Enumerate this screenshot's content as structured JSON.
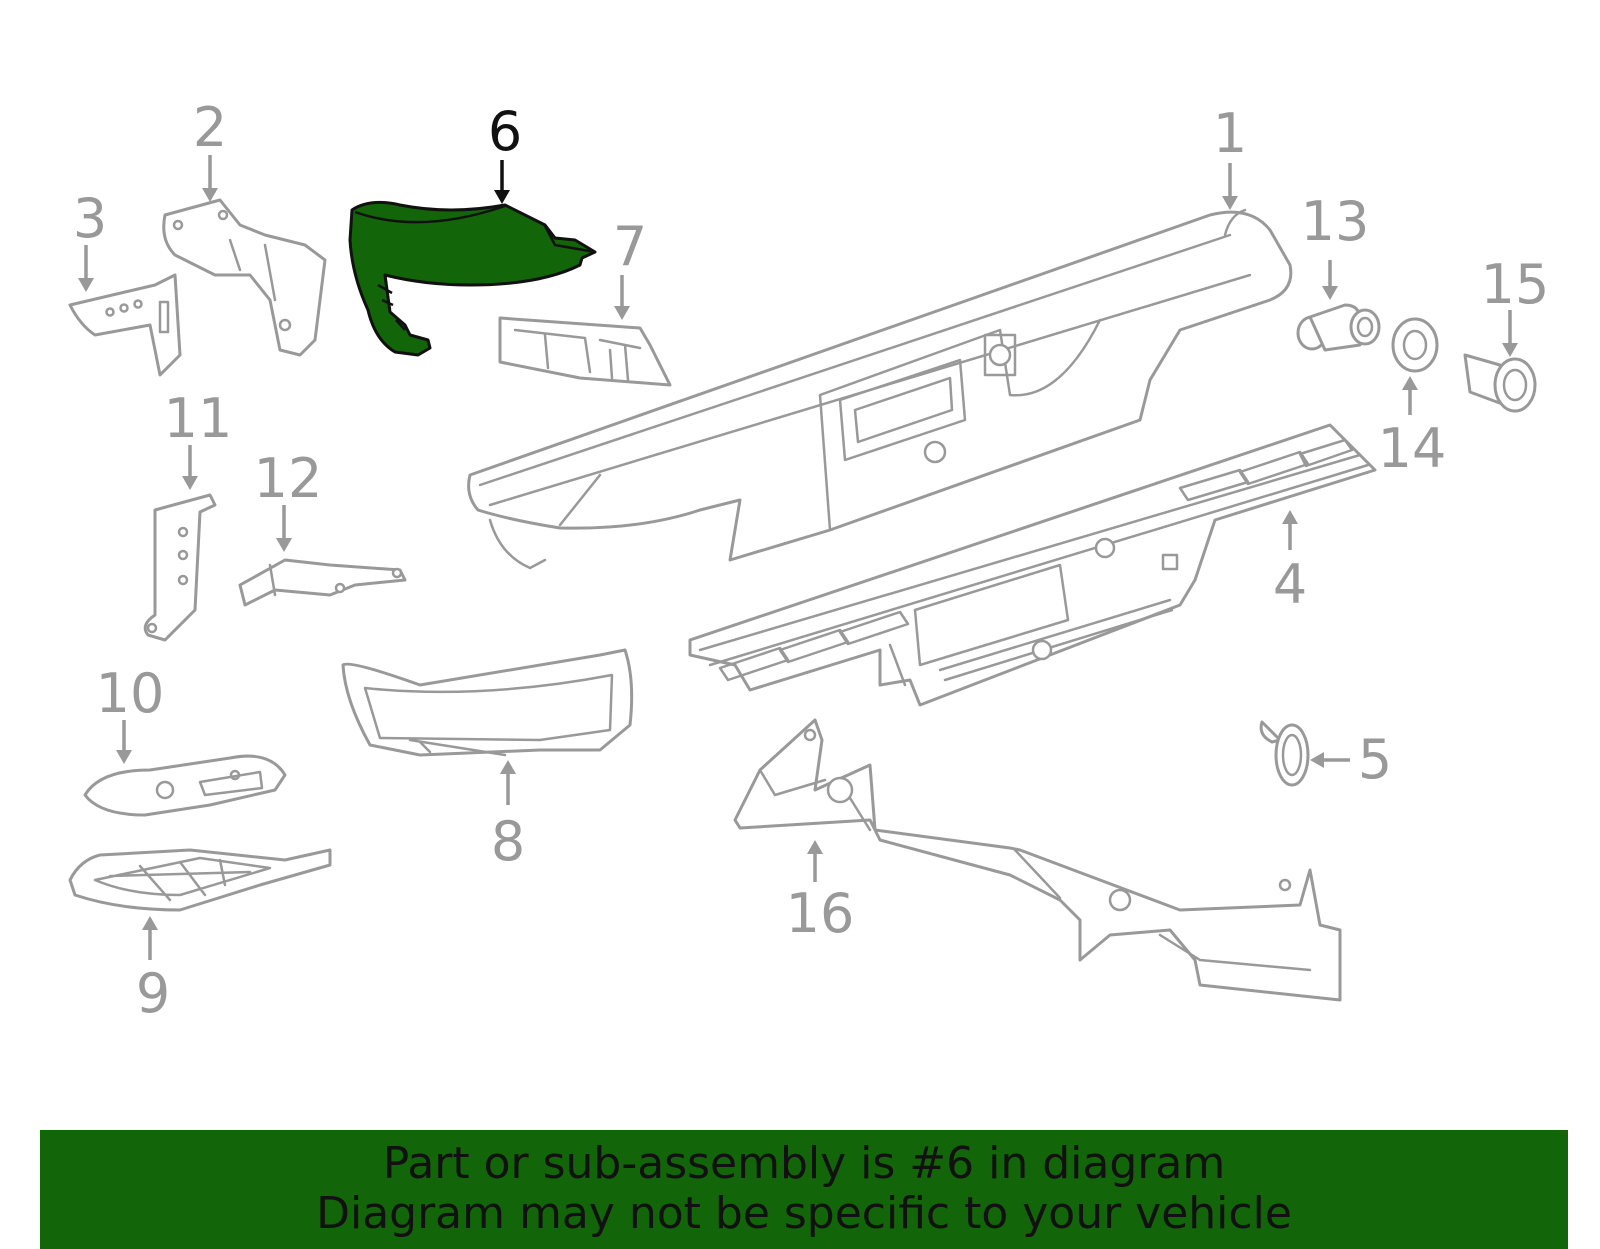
{
  "diagram": {
    "highlighted_part": "6",
    "highlight_color": "#126508",
    "part_color": "#999999",
    "callouts": [
      "1",
      "2",
      "3",
      "4",
      "5",
      "6",
      "7",
      "8",
      "9",
      "10",
      "11",
      "12",
      "13",
      "14",
      "15",
      "16"
    ]
  },
  "banner": {
    "line1": "Part or sub-assembly is #6 in diagram",
    "line2": "Diagram may not be specific to your vehicle",
    "background": "#126508"
  }
}
